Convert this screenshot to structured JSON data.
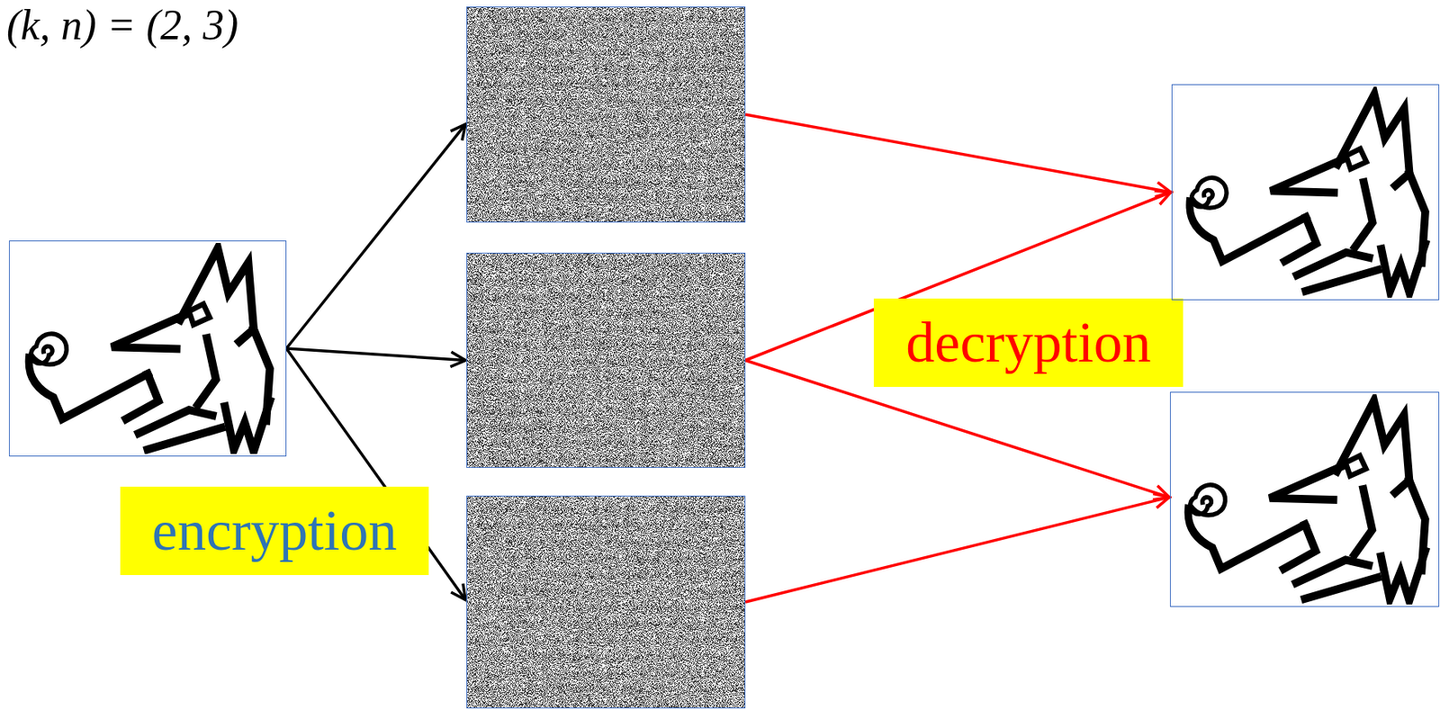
{
  "diagram": {
    "nodes": [
      {
        "text": []
      },
      {
        "text": [
          "encryption"
        ]
      },
      {
        "text": []
      },
      {
        "text": []
      },
      {
        "text": []
      },
      {
        "text": [
          "decryption"
        ]
      },
      {
        "text": []
      },
      {
        "text": []
      }
    ],
    "edges": [
      {
        "from": 0,
        "to": 2,
        "arrow": "to"
      },
      {
        "from": 0,
        "to": 3,
        "arrow": "to"
      },
      {
        "from": 0,
        "to": 4,
        "arrow": "to"
      },
      {
        "from": 2,
        "to": 6,
        "arrow": "to"
      },
      {
        "from": 3,
        "to": 6,
        "arrow": "to"
      },
      {
        "from": 3,
        "to": 7,
        "arrow": "to"
      },
      {
        "from": 4,
        "to": 7,
        "arrow": "to"
      }
    ],
    "labels": [
      "(k, n) = (2, 3)"
    ]
  }
}
